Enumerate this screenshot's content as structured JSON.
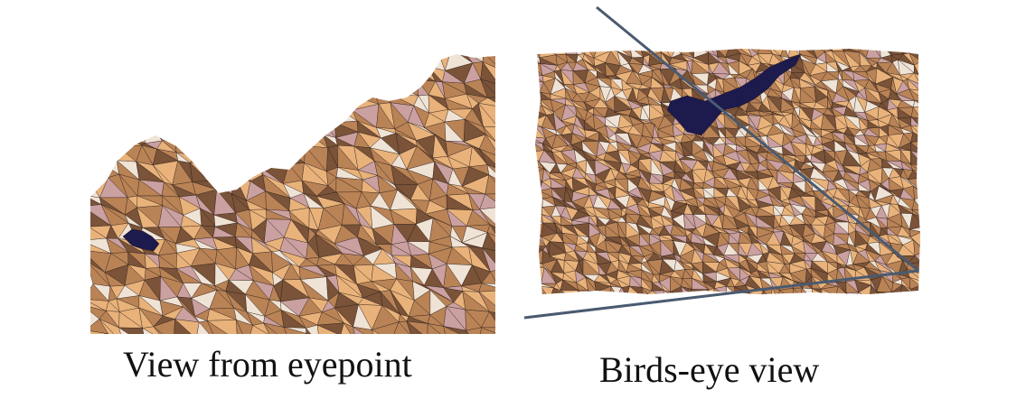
{
  "panels": {
    "eyepoint": {
      "caption": "View from eyepoint"
    },
    "birdseye": {
      "caption": "Birds-eye view"
    }
  },
  "colors": {
    "terrain_light": "#e8b27a",
    "terrain_mid": "#b98356",
    "terrain_dark": "#7a5338",
    "terrain_pale": "#efe3d6",
    "terrain_pink": "#caa0a0",
    "water": "#1d1a4e",
    "mesh_line": "#2a1a14",
    "frustum_line": "#4a5a70",
    "caption_text": "#111111"
  },
  "icons": {
    "terrain": "triangulated-terrain-mesh"
  }
}
